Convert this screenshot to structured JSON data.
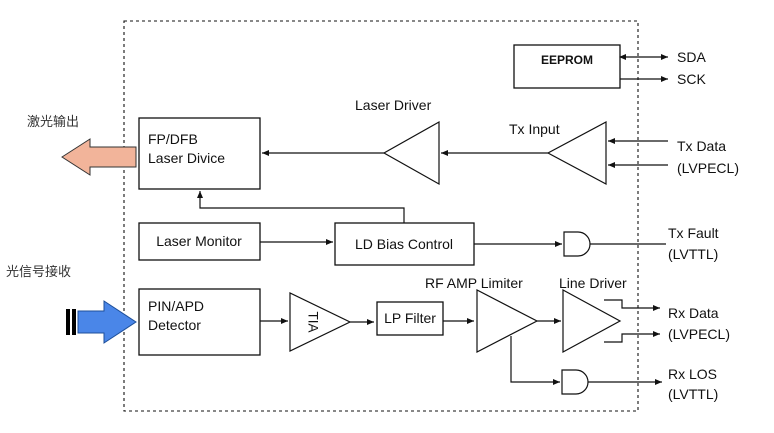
{
  "blocks": {
    "eeprom": "EEPROM",
    "laser_device": [
      "FP/DFB",
      "Laser Divice"
    ],
    "laser_monitor": "Laser Monitor",
    "ld_bias": "LD Bias Control",
    "detector": [
      "PIN/APD",
      "Detector"
    ],
    "tia": "TIA",
    "lp_filter": "LP Filter"
  },
  "stage_labels": {
    "laser_driver": "Laser Driver",
    "tx_input": "Tx Input",
    "rf_amp": "RF AMP Limiter",
    "line_driver": "Line Driver"
  },
  "signals": {
    "sda": "SDA",
    "sck": "SCK",
    "tx_data": [
      "Tx Data",
      "(LVPECL)"
    ],
    "tx_fault": [
      "Tx Fault",
      "(LVTTL)"
    ],
    "rx_data": [
      "Rx Data",
      "(LVPECL)"
    ],
    "rx_los": [
      "Rx LOS",
      "(LVTTL)"
    ]
  },
  "side_labels": {
    "laser_output": "激光输出",
    "optical_input": "光信号接收"
  },
  "colors": {
    "laser_arrow": "#f2b49a",
    "optical_arrow": "#4a86e8"
  }
}
